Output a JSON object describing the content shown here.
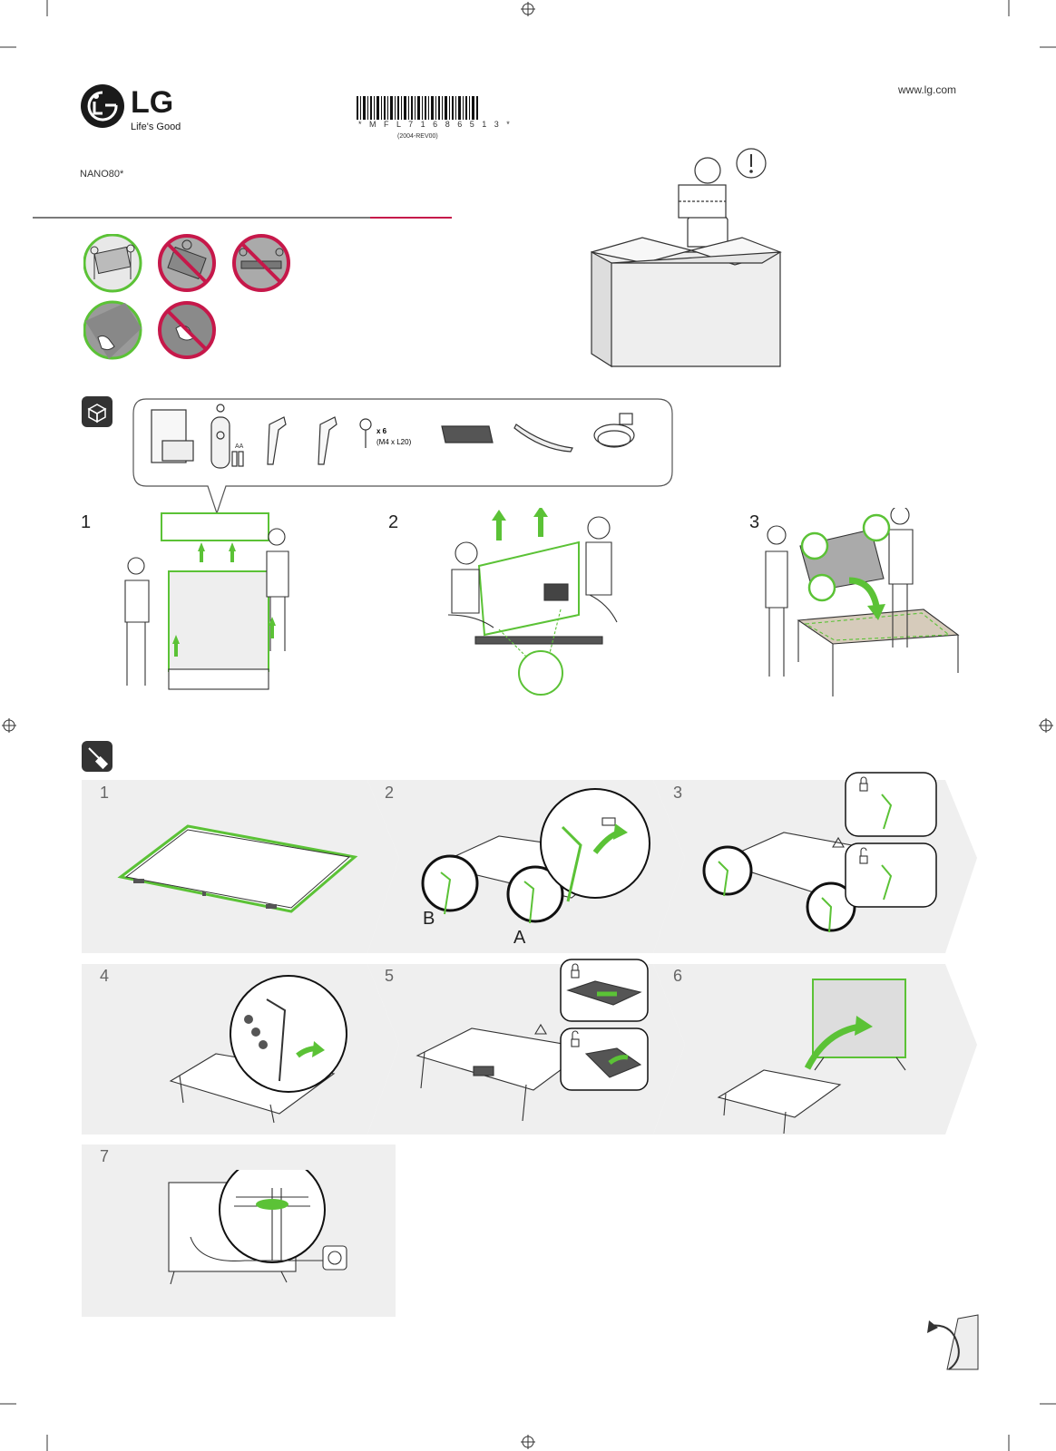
{
  "header": {
    "brand_logo_text": "LG",
    "tagline": "Life's Good",
    "url": "www.lg.com",
    "model": "NANO80*",
    "barcode_text": "* M F L 7 1 6 8 6 5 1 3 *",
    "barcode_revision": "(2004-REV00)"
  },
  "handling_icons": [
    {
      "name": "two-people-carry-upright",
      "status": "correct"
    },
    {
      "name": "carry-screen-facing",
      "status": "wrong"
    },
    {
      "name": "carry-flat",
      "status": "wrong"
    },
    {
      "name": "hold-by-frame",
      "status": "correct"
    },
    {
      "name": "touch-screen",
      "status": "wrong"
    }
  ],
  "accessories": {
    "icon": "box-contents-icon",
    "items": [
      "manual",
      "remote-control",
      "batteries",
      "stand-leg",
      "stand-leg",
      "screws",
      "cover",
      "cable-holder",
      "power-cord"
    ],
    "battery_label": "AA",
    "screw_qty": "x 6",
    "screw_spec": "(M4 x L20)"
  },
  "unpacking_steps": [
    {
      "num": "1"
    },
    {
      "num": "2"
    },
    {
      "num": "3"
    }
  ],
  "assembly": {
    "icon": "screwdriver-icon",
    "steps": [
      {
        "num": "1"
      },
      {
        "num": "2",
        "label_b": "B",
        "label_a": "A"
      },
      {
        "num": "3"
      },
      {
        "num": "4"
      },
      {
        "num": "5"
      },
      {
        "num": "6"
      },
      {
        "num": "7"
      }
    ]
  },
  "colors": {
    "accent_green": "#5bc236",
    "warning_red": "#c6184a",
    "panel_grey": "#efefef"
  }
}
